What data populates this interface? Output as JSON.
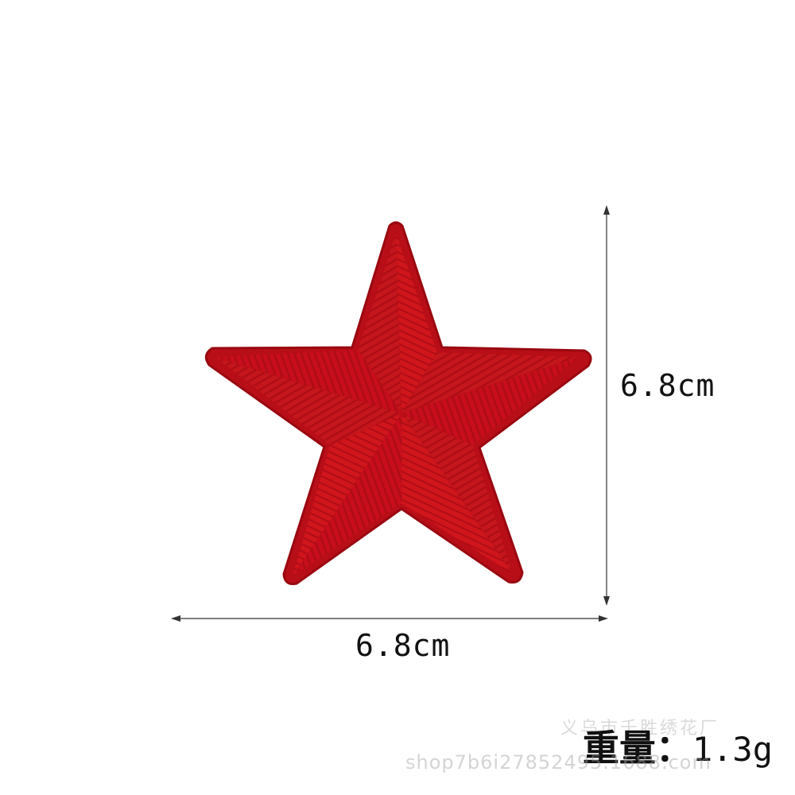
{
  "product": {
    "name_icon": "red-star-embroidered-patch",
    "color": "#c8101a"
  },
  "dimensions": {
    "height_label": "6.8cm",
    "width_label": "6.8cm"
  },
  "weight": {
    "label": "重量：",
    "value": "1.3g"
  },
  "watermark": {
    "shop_name": "义乌市千胜绣花厂",
    "url": "shop7b6i27852495.1688.com"
  }
}
